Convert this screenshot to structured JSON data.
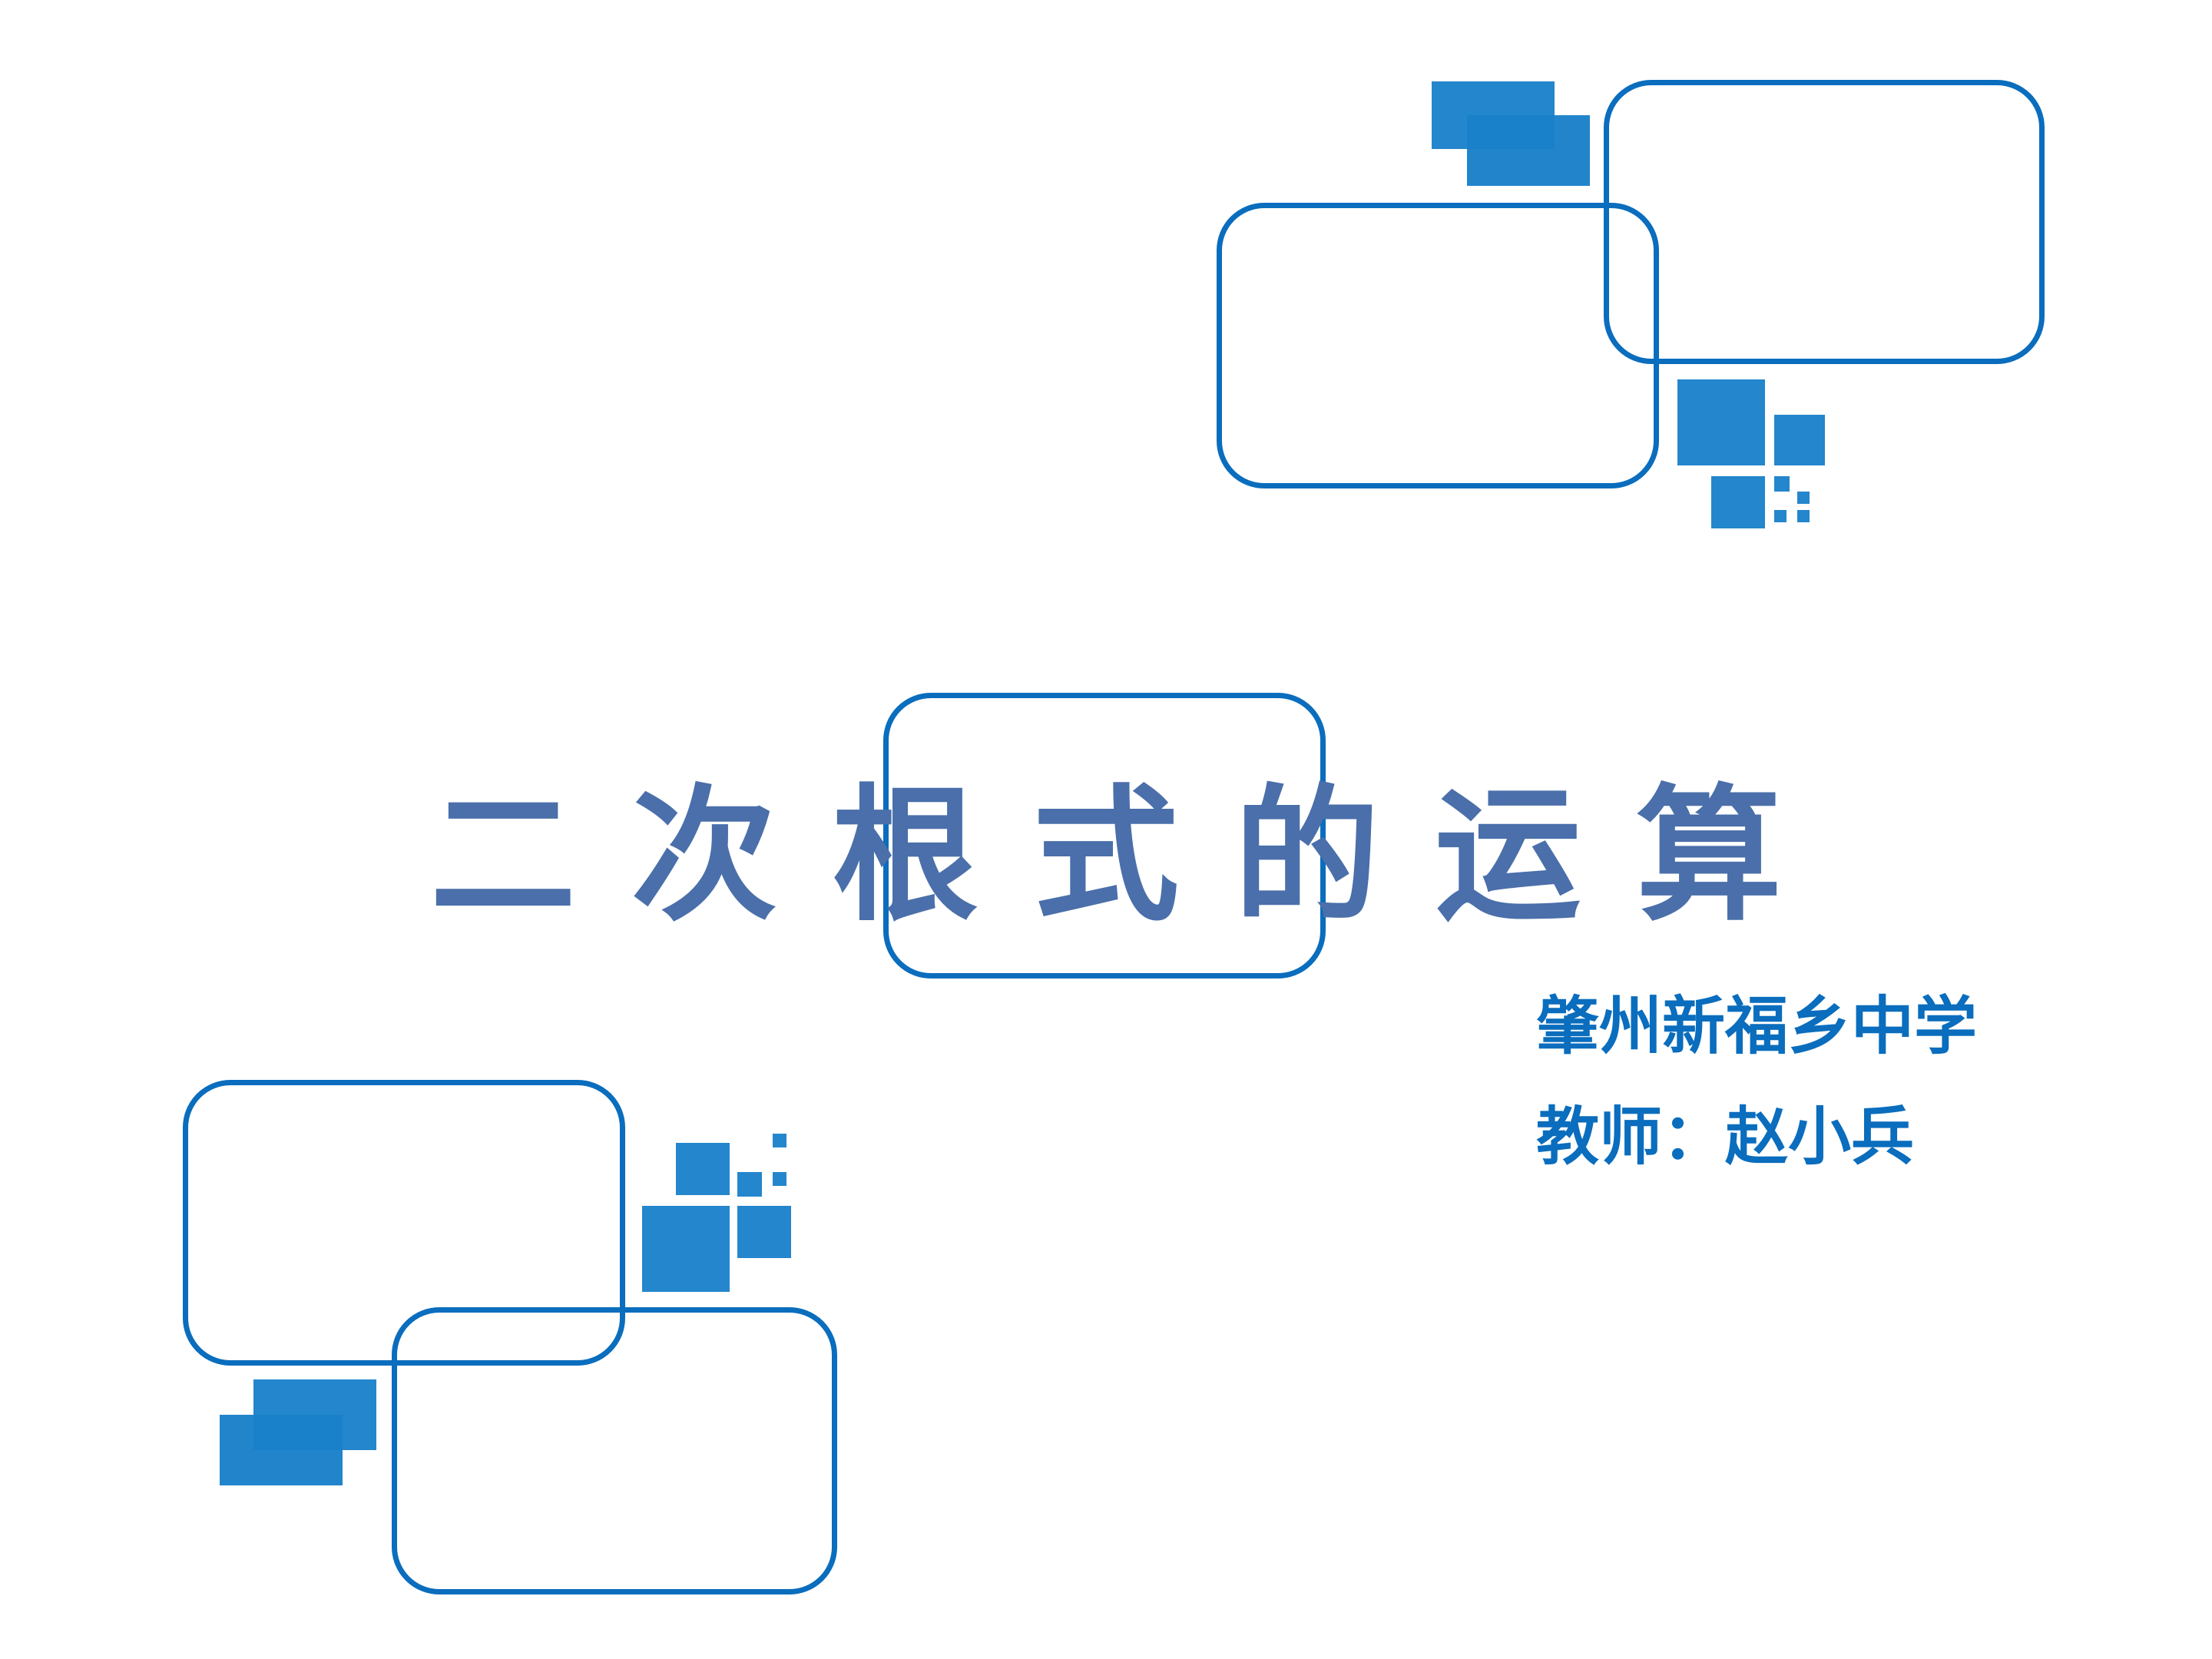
{
  "slide": {
    "title_chars": [
      "二",
      "次",
      "根",
      "式",
      "的",
      "运",
      "算"
    ],
    "school": "肇州新福乡中学",
    "teacher": "教师：赵小兵"
  },
  "colors": {
    "outline": "#0a6dbd",
    "square": "#2486cc",
    "title": "#4a6faa"
  }
}
